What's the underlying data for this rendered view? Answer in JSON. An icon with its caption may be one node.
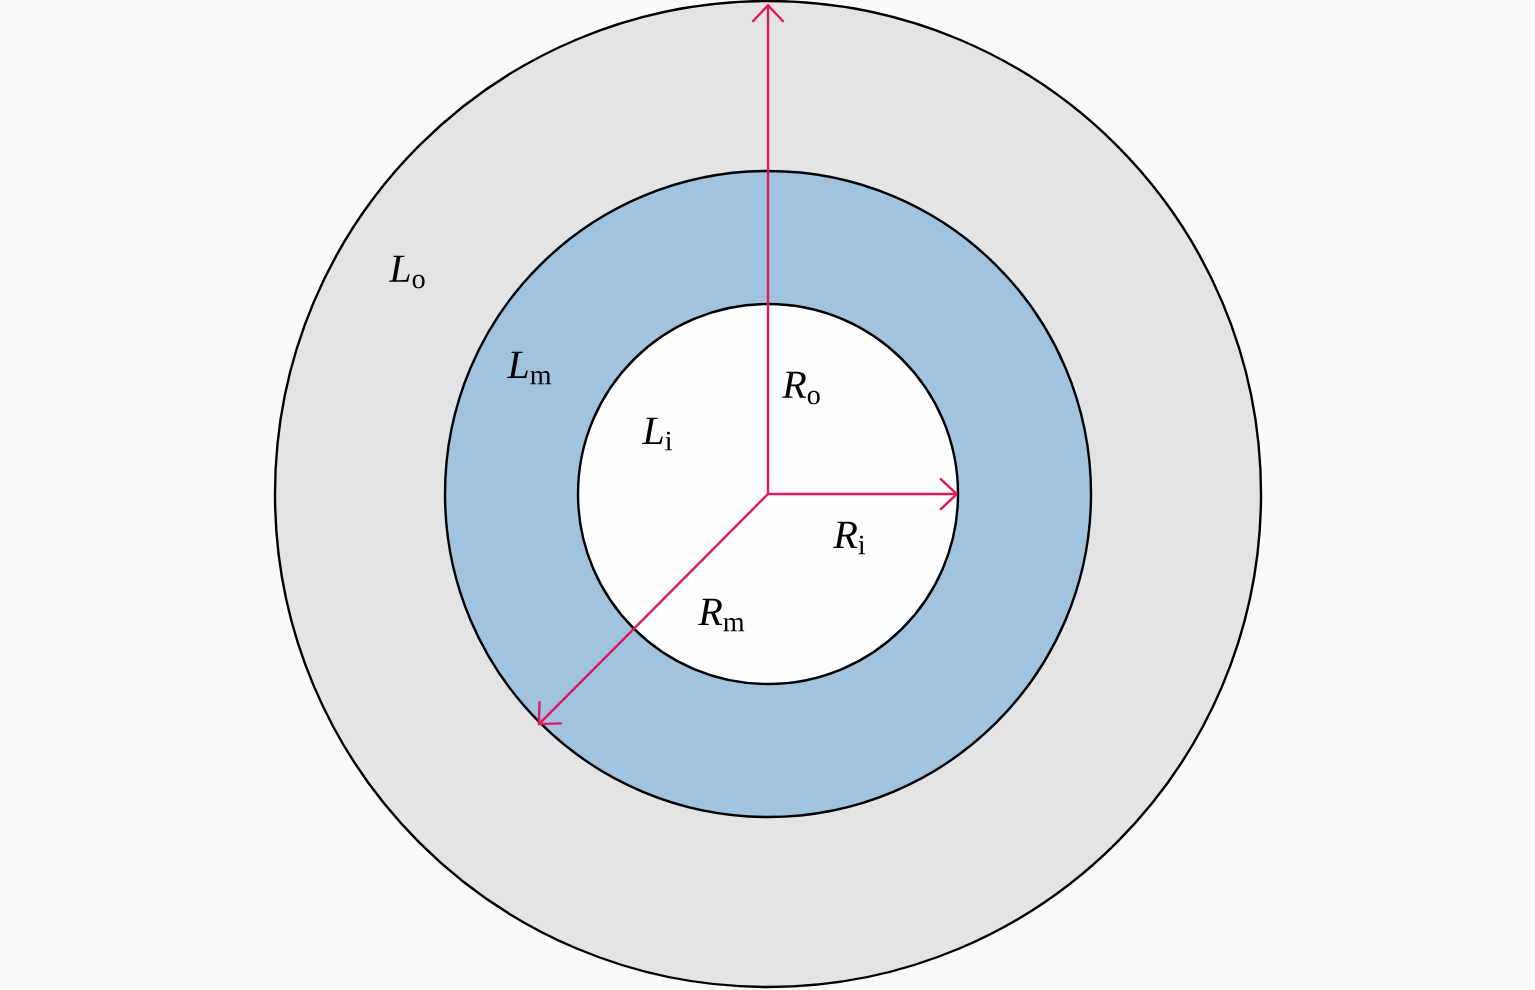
{
  "diagram": {
    "nodes": [
      {
        "text": [
          "*L*$_{o}$"
        ]
      },
      {
        "text": [
          "*L*$_{m}$"
        ],
        "in": 0
      },
      {
        "text": [
          "*L*$_{i}$"
        ],
        "in": 1
      }
    ],
    "labels": [
      "*R*$_{o}$",
      "*R*$_{i}$",
      "*R*$_{m}$"
    ]
  }
}
